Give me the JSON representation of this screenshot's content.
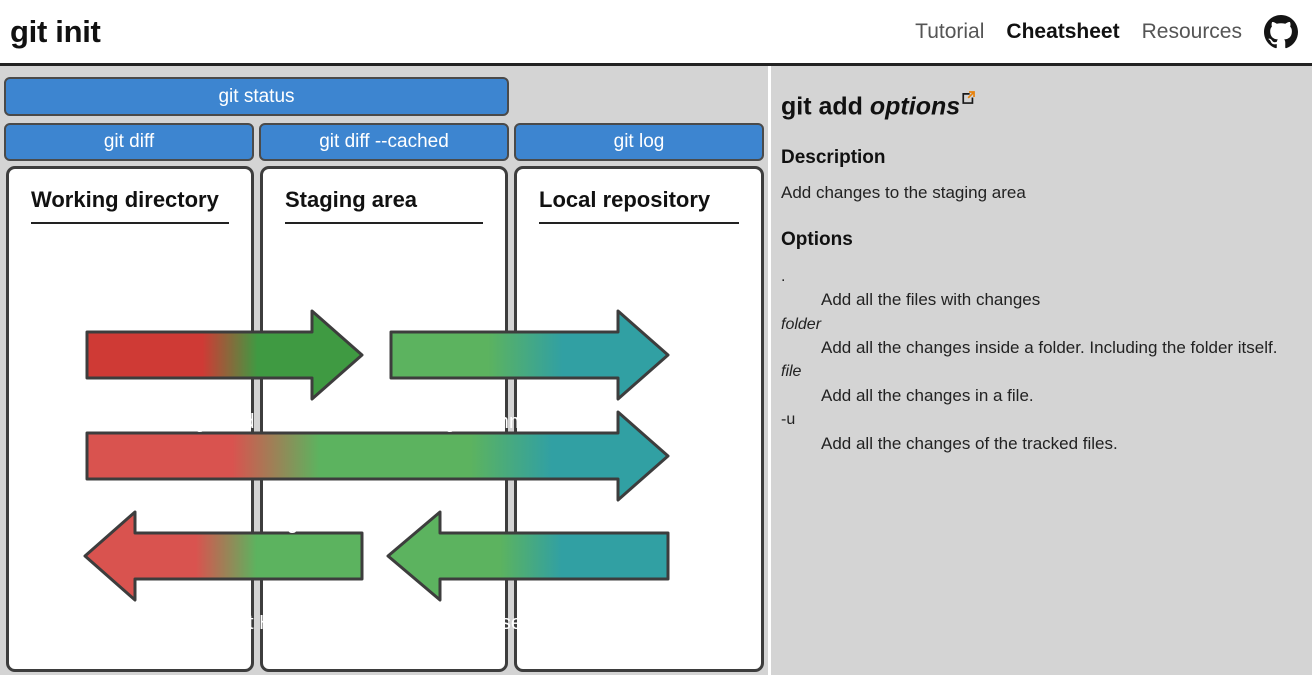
{
  "header": {
    "title": "git init",
    "nav": [
      {
        "label": "Tutorial",
        "active": false
      },
      {
        "label": "Cheatsheet",
        "active": true
      },
      {
        "label": "Resources",
        "active": false
      }
    ],
    "github_icon": "github-icon"
  },
  "diagram": {
    "top_bars": [
      {
        "label": "git status"
      }
    ],
    "sub_bars": [
      {
        "label": "git diff"
      },
      {
        "label": "git diff --cached"
      },
      {
        "label": "git log"
      }
    ],
    "columns": [
      {
        "title": "Working directory"
      },
      {
        "title": "Staging area"
      },
      {
        "title": "Local repository"
      }
    ],
    "arrows": [
      {
        "label": "git add",
        "direction": "right",
        "from": "working",
        "to": "staging"
      },
      {
        "label": "git commit -m",
        "direction": "right",
        "from": "staging",
        "to": "local"
      },
      {
        "label": "git commit -am",
        "direction": "right",
        "from": "working",
        "to": "local"
      },
      {
        "label": "git reset HEAD",
        "direction": "left",
        "from": "staging",
        "to": "working"
      },
      {
        "label": "git reset --soft HEAD~",
        "direction": "left",
        "from": "local",
        "to": "staging"
      }
    ],
    "colors": {
      "bar_blue": "#3d85d0",
      "working_red": "#cf3a35",
      "working_red_soft": "#d9534f",
      "staging_green": "#3f9a42",
      "staging_green_soft": "#5cb35f",
      "local_teal": "#31a0a3",
      "panel_bg": "#ffffff",
      "page_bg": "#d4d4d4",
      "outline": "#3d3d3d"
    }
  },
  "detail": {
    "command": "git add",
    "options_word": "options",
    "external_link_icon": "external-link-icon",
    "description_heading": "Description",
    "description": "Add changes to the staging area",
    "options_heading": "Options",
    "options": [
      {
        "term": ".",
        "italic": false,
        "desc": "Add all the files with changes"
      },
      {
        "term": "folder",
        "italic": true,
        "desc": "Add all the changes inside a folder. Including the folder itself."
      },
      {
        "term": "file",
        "italic": true,
        "desc": "Add all the changes in a file."
      },
      {
        "term": "-u",
        "italic": false,
        "desc": "Add all the changes of the tracked files."
      }
    ]
  }
}
